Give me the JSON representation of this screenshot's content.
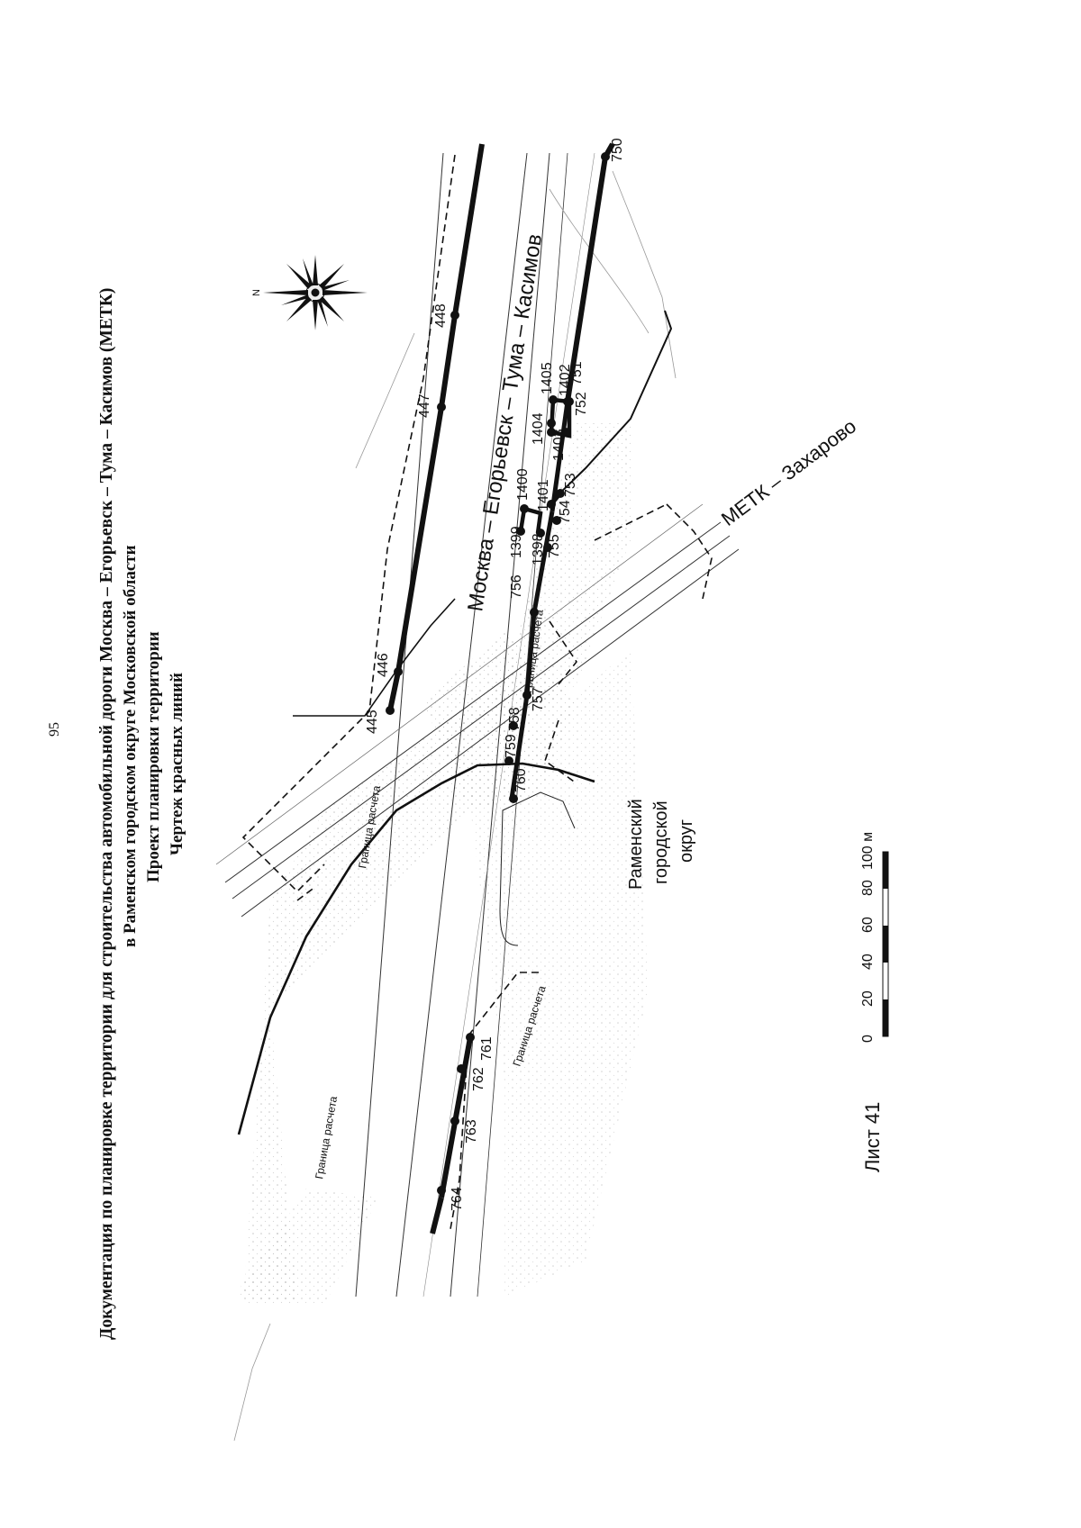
{
  "page_number": "95",
  "title_lines": [
    "Документация по планировке территории для строительства автомобильной дороги Москва – Егорьевск – Тума – Касимов (МЕТК)",
    "в Раменском городском округе Московской области",
    "Проект планировки территории",
    "Чертеж красных линий"
  ],
  "map": {
    "road_label": "Москва – Егорьевск – Тума – Касимов",
    "junction_label": "МЕТК – Захарово",
    "district_label_lines": [
      "Раменский",
      "городской",
      "округ"
    ],
    "calc_boundary_label": "Граница расчета",
    "compass": {
      "north": "N"
    },
    "points_north": [
      "445",
      "446",
      "447",
      "448"
    ],
    "points_south_main": [
      "750",
      "751",
      "752",
      "753",
      "754",
      "755",
      "756",
      "757",
      "758",
      "759",
      "760"
    ],
    "points_ramp": [
      "1398",
      "1399",
      "1400",
      "1401",
      "1402",
      "1403",
      "1404",
      "1405"
    ],
    "points_west": [
      "761",
      "762",
      "763",
      "764"
    ]
  },
  "scale_bar": {
    "ticks": [
      "0",
      "20",
      "40",
      "60",
      "80",
      "100 м"
    ]
  },
  "sheet_label": "Лист 41"
}
